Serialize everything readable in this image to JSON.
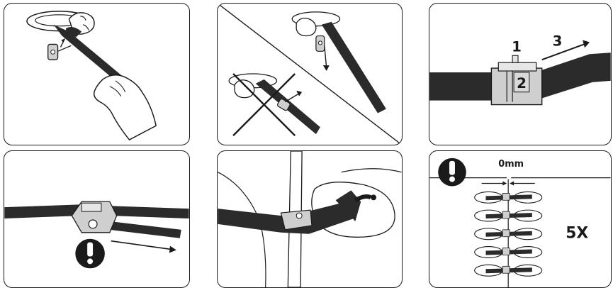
{
  "panels": [
    {
      "id": "panel-1"
    },
    {
      "id": "panel-2"
    },
    {
      "id": "panel-3",
      "labels": {
        "one": "1",
        "two": "2",
        "three": "3"
      }
    },
    {
      "id": "panel-4"
    },
    {
      "id": "panel-5"
    },
    {
      "id": "panel-6",
      "gap_label": "0mm",
      "repeat_label": "5X"
    }
  ],
  "icons": {
    "warning": "exclamation-circle-icon",
    "prohibited": "cross-mark-icon",
    "direction": "arrow-icon"
  },
  "colors": {
    "line": "#1a1a1a",
    "strap": "#2b2b2b",
    "buckle": "#cfcfcf",
    "skin": "#ffffff"
  }
}
